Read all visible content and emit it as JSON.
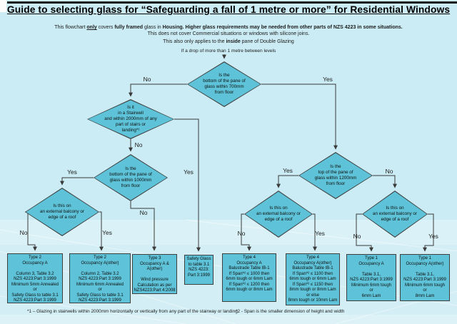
{
  "header": {
    "title": "Guide to selecting glass for “Safeguarding a fall of 1 metre or more” for Residential Windows",
    "sub1_a": "This flowchart ",
    "sub1_b": "only",
    "sub1_c": " covers ",
    "sub1_d": "fully framed",
    "sub1_e": " glass in ",
    "sub1_f": "Housing. Higher glass requirements may be needed from other parts of NZS 4223 in some situations.",
    "sub2": "This does not cover Commercial situations or  windows with silicone joins.",
    "sub3_a": "This also only applies to the ",
    "sub3_b": "inside",
    "sub3_c": " pane of Double Glazing",
    "start_condition": "If a drop of more than 1 metre between levels"
  },
  "flowchart": {
    "labels": {
      "yes": "Yes",
      "no": "No"
    },
    "decisions": {
      "pane700": "Is the\nbottom of the pane of\nglass within 700mm\nfrom floor",
      "stairwell": "Is it\nin a Stairwell\nand within 2000mm of any\npart of stairs or\nlanding*¹",
      "pane1000": "Is the\nbottom of the pane of\nglass within 1000mm\nfrom floor",
      "pane1200": "Is the\ntop of the pane of\nglass within 1200mm\nfrom floor",
      "balcony_left": "Is this on\nan external balcony or\nedge of a roof",
      "balcony_mid": "Is this on\nan external balcony or\nedge of a roof",
      "balcony_right": "Is this on\nan external balcony or\nedge of a roof"
    },
    "outcomes": {
      "type2_a": "Type 2\nOccupancy A\n\nColumn 3, Table 3.2\nNZS 4223:Part 3:1999\nMinimum 5mm Annealed\nor\nSafety Glass to table 3.1\nNZS 4223:Part 3:1999",
      "type2_aother": "Type 2\nOccupancy A(other)\n\nColumn 2, Table 3.2\nNZS 4223:Part 3:1999\nMinimum 6mm Annealed\nor\nSafety Glass to table 3.1\nNZS 4223:Part 3:1999",
      "type3": "Type 3\nOccupancy A &\nA(other)\n\nWind pressure\nCalculation as per\nNZS4223:Part 4:2008",
      "safety_glass": "Safety Glass\nto table 3.1\nNZS 4223:\nPart 3:1999",
      "type4_a": "Type 4\nOccupancy A\nBalustrade Table IB-1\nIf Span*² ≤ 1000 then\n6mm tough or 6mm Lam\nIf Span*² ≤ 1200 then\n6mm tough or 8mm Lam",
      "type4_aother": "Type 4\nOccupancy A(other)\nBalustrade Table IB-1\nIf Span*² ≤ 1100 then\n6mm tough or 6mm Lam\nIf Span*² ≤ 1150 then\n8mm tough or 8mm Lam\nor else\n8mm tough or 10mm Lam",
      "type1_a": "Type 1\nOccupancy A\n\nTable 3.1,\nNZS 4223:Part 3:1999\nMinimum 6mm tough\nor\n6mm Lam",
      "type1_aother": "Type 1\nOccupancy A(other)\n\nTable 3.1,\nNZS 4223:Part 3:1999\nMinimum 6mm tough\nor\n8mm Lam"
    }
  },
  "footnotes": {
    "note1": "*1 – Glazing in stairwells within 2000mm horizontally or vertically from any part of the stairway or landing",
    "note2": "*2 -  Span is the smaller dimension of height and width"
  },
  "colors": {
    "background": "#cbecf4",
    "shape_fill": "#5ec3d8",
    "shape_border": "#3f3f3f",
    "connector": "#3a3a3a"
  }
}
